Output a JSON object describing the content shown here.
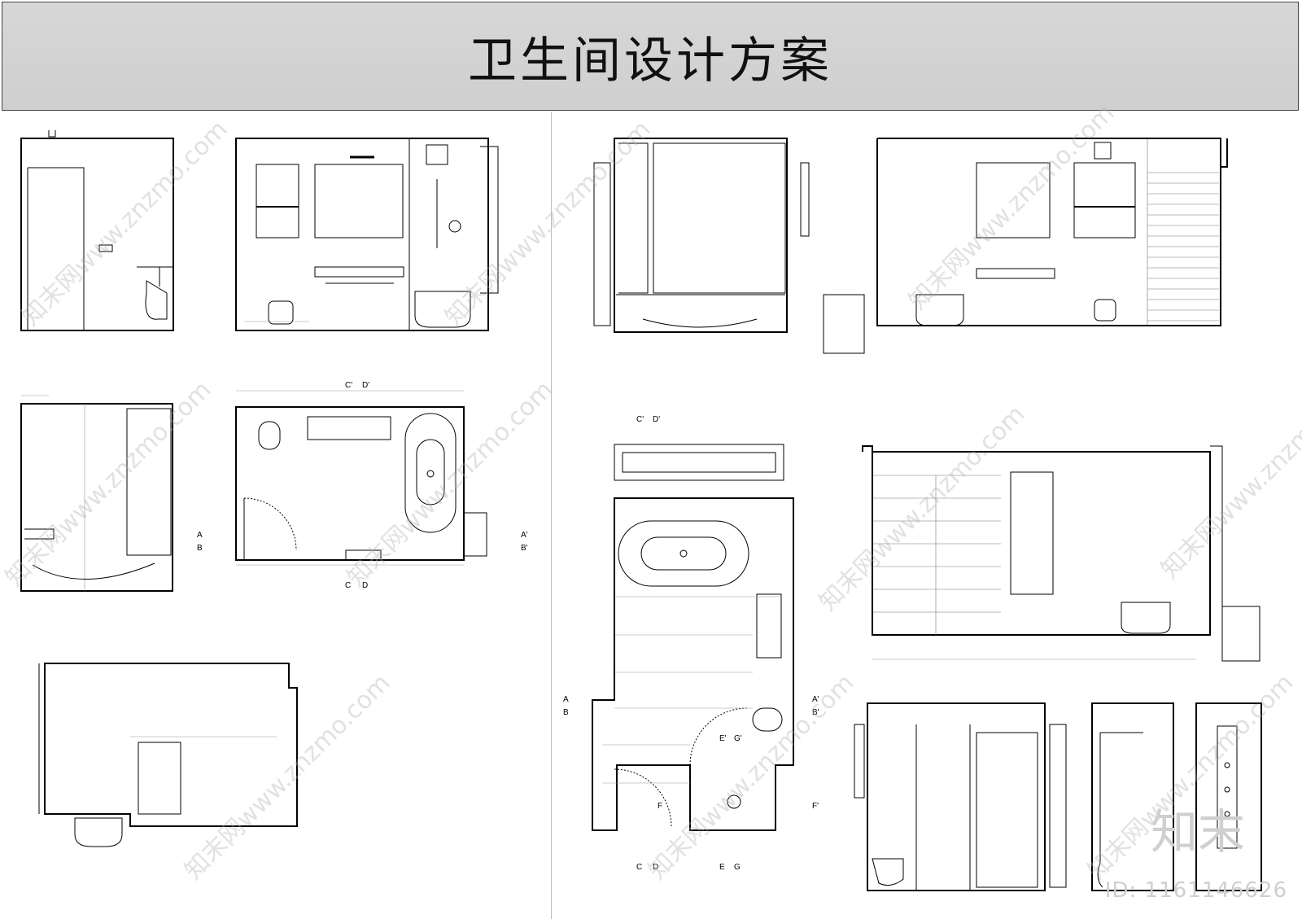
{
  "header": {
    "title": "卫生间设计方案"
  },
  "section_marks": {
    "left": [
      "C'",
      "D'",
      "A",
      "B",
      "A'",
      "B'",
      "C",
      "D"
    ],
    "right": [
      "C'",
      "D'",
      "A",
      "B",
      "A'",
      "B'",
      "E'",
      "G'",
      "F",
      "F'",
      "C",
      "D",
      "E",
      "G"
    ]
  },
  "watermark": {
    "text": "知末网www.znzmo.com",
    "brand": "知末",
    "id": "ID: 1161146626"
  }
}
